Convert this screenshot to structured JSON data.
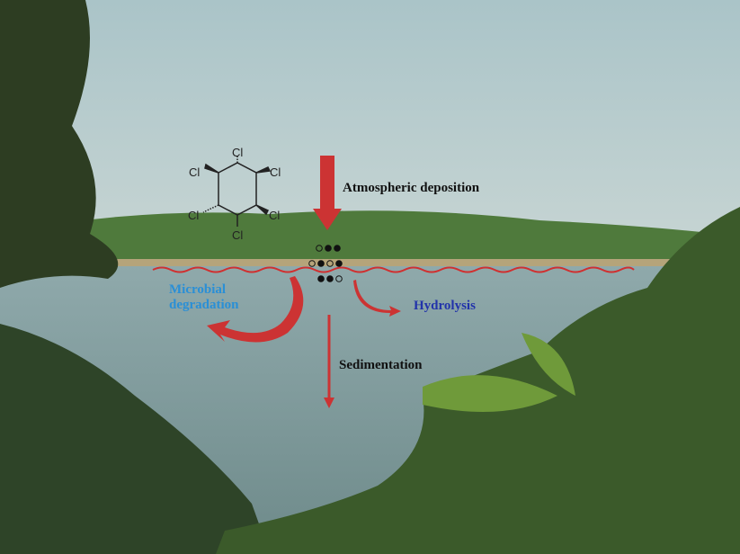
{
  "labels": {
    "atmospheric": "Atmospheric deposition",
    "microbial_1": "Microbial",
    "microbial_2": "degradation",
    "hydrolysis": "Hydrolysis",
    "sedimentation": "Sedimentation"
  },
  "molecule": {
    "atoms": [
      "Cl",
      "Cl",
      "Cl",
      "Cl",
      "Cl",
      "Cl"
    ]
  },
  "particles": {
    "rows": [
      [
        "open",
        "filled",
        "filled"
      ],
      [
        "open",
        "filled",
        "open",
        "filled"
      ],
      [
        "filled",
        "filled",
        "open"
      ]
    ]
  },
  "colors": {
    "arrow": "#cc3333",
    "microbial": "#2a8fd6",
    "hydrolysis": "#2233aa",
    "text": "#111111",
    "wave": "#d03030"
  }
}
